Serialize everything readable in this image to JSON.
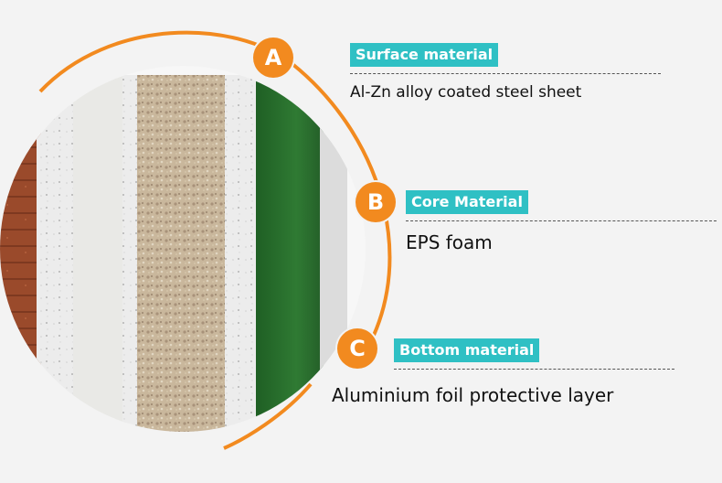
{
  "markers": {
    "a": "A",
    "b": "B",
    "c": "C"
  },
  "sections": {
    "surface": {
      "tag": "Surface material",
      "description": "Al-Zn alloy coated steel sheet"
    },
    "core": {
      "tag": "Core Material",
      "description": "EPS foam"
    },
    "bottom": {
      "tag": "Bottom material",
      "description": "Aluminium foil protective layer"
    }
  },
  "colors": {
    "accent_orange": "#f28a1f",
    "tag_teal": "#2fc0c4",
    "background": "#f3f3f3"
  }
}
